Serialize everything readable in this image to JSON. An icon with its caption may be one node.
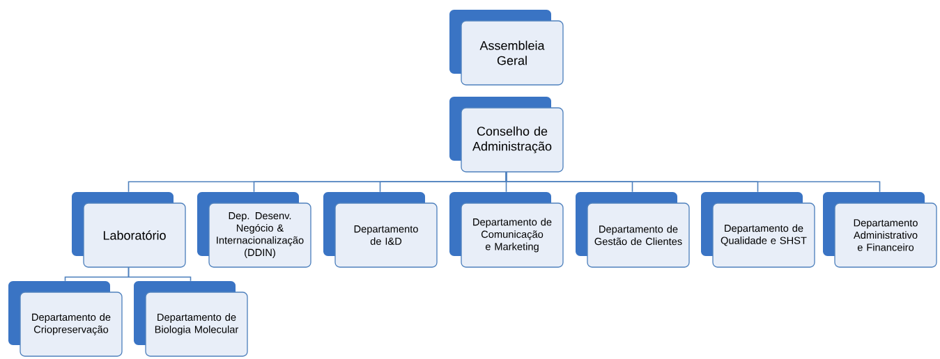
{
  "diagram": {
    "nodes": [
      {
        "text": [
          "Assembleia Geral"
        ]
      },
      {
        "text": [
          "Conselho de Administração"
        ]
      },
      {
        "text": [
          "Laboratório"
        ]
      },
      {
        "text": [
          "Dep. Desenv. Negócio & Internacionalização (DDIN)"
        ]
      },
      {
        "text": [
          "Departamento de I&D"
        ]
      },
      {
        "text": [
          "Departamento de Comunicação e Marketing"
        ]
      },
      {
        "text": [
          "Departamento de Gestão de Clientes"
        ]
      },
      {
        "text": [
          "Departamento de Qualidade e SHST"
        ]
      },
      {
        "text": [
          "Departamento Administrativo e Financeiro"
        ]
      },
      {
        "text": [
          "Departamento de Criopreservação"
        ]
      },
      {
        "text": [
          "Departamento de Biologia Molecular"
        ]
      }
    ],
    "edges": [
      {
        "from": 1,
        "to": 2,
        "arrow": "none"
      },
      {
        "from": 1,
        "to": 3,
        "arrow": "none"
      },
      {
        "from": 1,
        "to": 4,
        "arrow": "none"
      },
      {
        "from": 1,
        "to": 5,
        "arrow": "none"
      },
      {
        "from": 1,
        "to": 6,
        "arrow": "none"
      },
      {
        "from": 1,
        "to": 7,
        "arrow": "none"
      },
      {
        "from": 1,
        "to": 8,
        "arrow": "none"
      },
      {
        "from": 2,
        "to": 9,
        "arrow": "none"
      },
      {
        "from": 2,
        "to": 10,
        "arrow": "none"
      }
    ]
  }
}
